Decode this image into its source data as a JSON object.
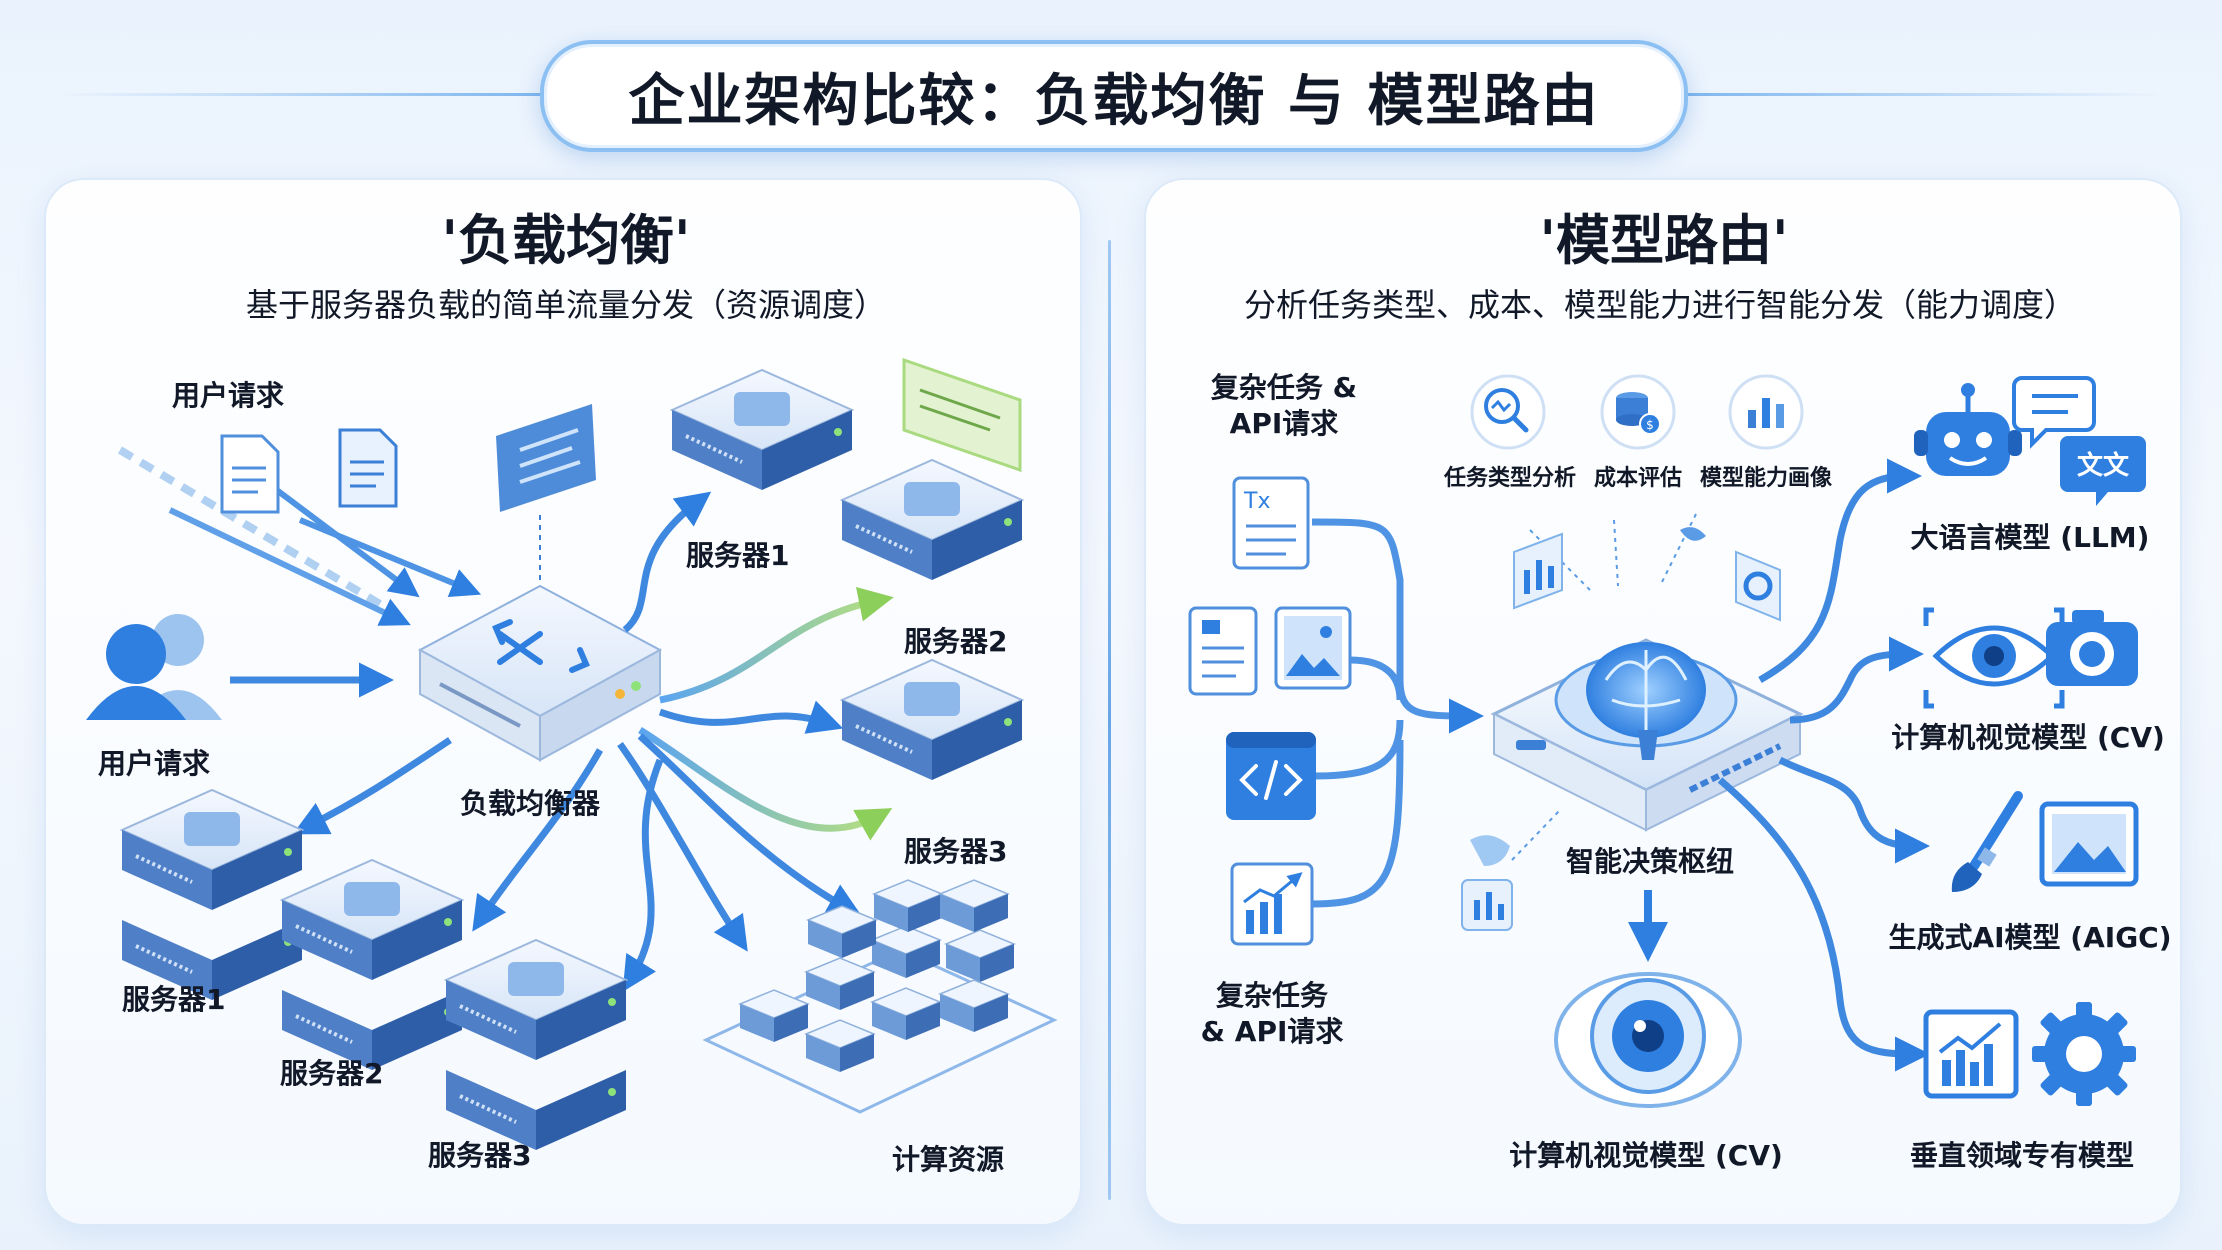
{
  "title": "企业架构比较：负载均衡 与 模型路由",
  "left": {
    "heading": "'负载均衡'",
    "subtitle": "基于服务器负载的简单流量分发（资源调度）",
    "user_request_top": "用户请求",
    "user_request_side": "用户请求",
    "load_balancer": "负载均衡器",
    "right_servers": [
      "服务器1",
      "服务器2",
      "服务器3"
    ],
    "bottom_servers": [
      "服务器1",
      "服务器2",
      "服务器3"
    ],
    "compute_resources": "计算资源"
  },
  "right": {
    "heading": "'模型路由'",
    "subtitle": "分析任务类型、成本、模型能力进行智能分发（能力调度）",
    "input_top": "复杂任务 &\nAPI请求",
    "input_bottom": "复杂任务\n& API请求",
    "analysis": [
      "任务类型分析",
      "成本评估",
      "模型能力画像"
    ],
    "hub": "智能决策枢纽",
    "hub_output": "计算机视觉模型 (CV)",
    "models": [
      "大语言模型 (LLM)",
      "计算机视觉模型 (CV)",
      "生成式AI模型 (AIGC)",
      "垂直领域专有模型"
    ],
    "llm_bubble_text": "文文"
  },
  "colors": {
    "accent": "#2f7fe0",
    "accent_light": "#8cc0f2",
    "flow_green": "#9bd56a",
    "server_top": "#dfe9f7",
    "server_side": "#3f6fb8",
    "text": "#111827"
  },
  "icons": [
    "document-icon",
    "users-icon",
    "network-switch-icon",
    "server-icon",
    "code-panel-icon",
    "magnifier-chart-icon",
    "coins-icon",
    "bar-chart-icon",
    "image-icon",
    "code-icon",
    "trend-chart-icon",
    "brain-chip-icon",
    "robot-icon",
    "chat-bubble-icon",
    "eye-icon",
    "camera-icon",
    "paintbrush-icon",
    "gear-icon",
    "vision-lens-icon"
  ]
}
